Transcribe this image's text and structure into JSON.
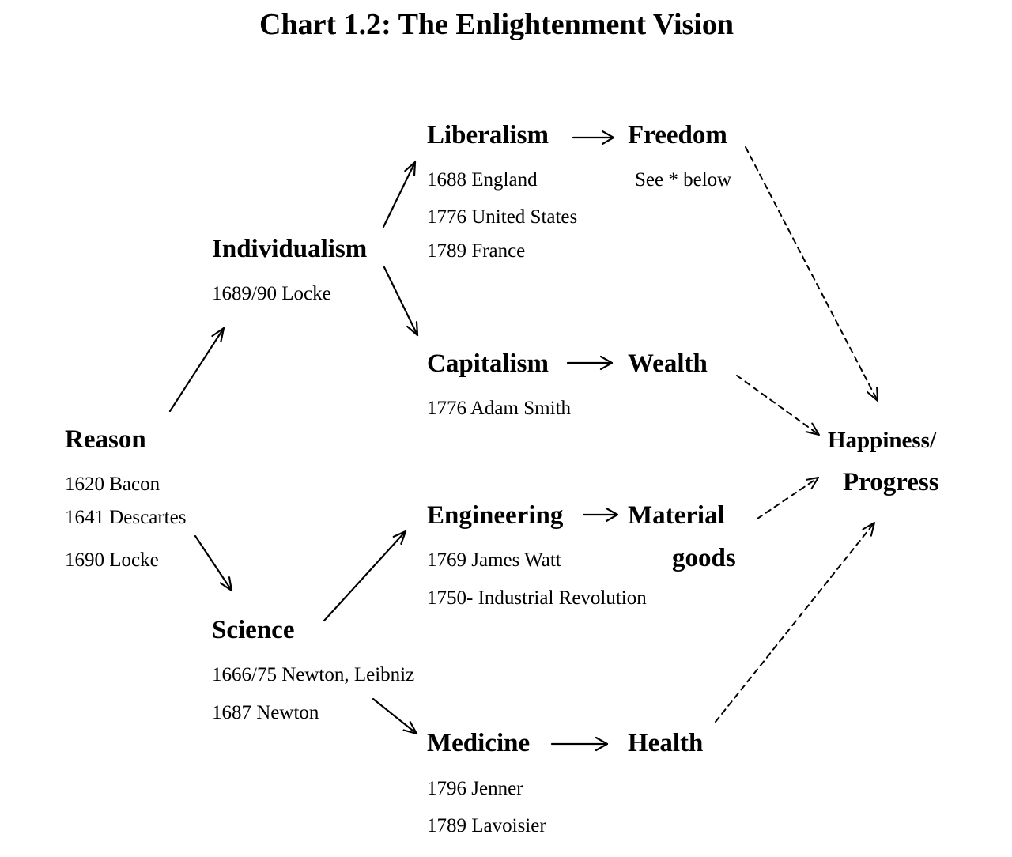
{
  "title": "Chart 1.2: The Enlightenment Vision",
  "nodes": {
    "reason": {
      "label": "Reason",
      "notes": [
        "1620 Bacon",
        "1641 Descartes",
        "1690 Locke"
      ]
    },
    "individualism": {
      "label": "Individualism",
      "notes": [
        "1689/90 Locke"
      ]
    },
    "science": {
      "label": "Science",
      "notes": [
        "1666/75 Newton, Leibniz",
        "1687 Newton"
      ]
    },
    "liberalism": {
      "label": "Liberalism",
      "notes": [
        "1688 England",
        "1776 United States",
        "1789 France"
      ]
    },
    "capitalism": {
      "label": "Capitalism",
      "notes": [
        "1776 Adam Smith"
      ]
    },
    "engineering": {
      "label": "Engineering",
      "notes": [
        "1769 James Watt",
        "1750- Industrial Revolution"
      ]
    },
    "medicine": {
      "label": "Medicine",
      "notes": [
        "1796 Jenner",
        "1789 Lavoisier"
      ]
    },
    "freedom": {
      "label": "Freedom",
      "note": "See * below"
    },
    "wealth": {
      "label": "Wealth"
    },
    "material_goods": {
      "label_line1": "Material",
      "label_line2": "goods"
    },
    "health": {
      "label": "Health"
    },
    "happiness": {
      "label_line1": "Happiness/",
      "label_line2": "Progress"
    }
  },
  "arrows": {
    "solid": [
      "reason-to-individualism",
      "reason-to-science",
      "individualism-to-liberalism",
      "individualism-to-capitalism",
      "science-to-engineering",
      "science-to-medicine",
      "liberalism-to-freedom",
      "capitalism-to-wealth",
      "engineering-to-material-goods",
      "medicine-to-health"
    ],
    "dashed": [
      "freedom-to-happiness",
      "wealth-to-happiness",
      "material-goods-to-happiness",
      "health-to-happiness"
    ]
  }
}
